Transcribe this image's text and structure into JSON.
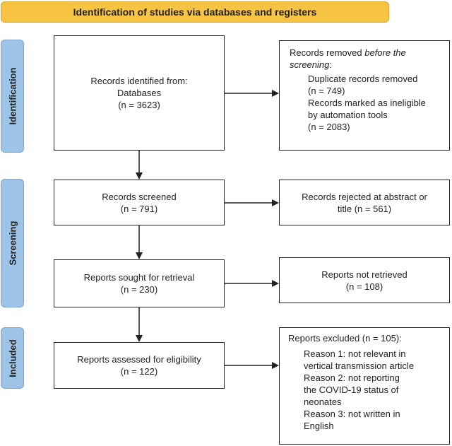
{
  "header": {
    "title": "Identification of studies via databases and registers"
  },
  "phases": {
    "identification": "Identification",
    "screening": "Screening",
    "included": "Included"
  },
  "boxes": {
    "identified": {
      "line1": "Records identified from:",
      "line2": "Databases",
      "line3": "(n = 3623)"
    },
    "removed": {
      "prefix": "Records removed ",
      "emph": "before the screening",
      "suffix": ":",
      "item1": "Duplicate records removed",
      "item1_n": "(n = 749)",
      "item2a": "Records marked as ineligible",
      "item2b": "by automation tools",
      "item2_n": "(n = 2083)"
    },
    "screened": {
      "line1": "Records screened",
      "line2": "(n = 791)"
    },
    "rejected": {
      "line1": "Records rejected at abstract or",
      "line2": "title (n = 561)"
    },
    "sought": {
      "line1": "Reports sought for retrieval",
      "line2": "(n = 230)"
    },
    "not_retrieved": {
      "line1": "Reports not retrieved",
      "line2": "(n = 108)"
    },
    "assessed": {
      "line1": "Reports assessed for eligibility",
      "line2": "(n = 122)"
    },
    "excluded": {
      "title": "Reports excluded (n = 105):",
      "r1a": "Reason 1: not relevant in",
      "r1b": "vertical transmission article",
      "r2a": "Reason 2: not reporting",
      "r2b": "the COVID-19 status of",
      "r2c": "neonates",
      "r3a": "Reason 3: not written in",
      "r3b": "English"
    }
  },
  "colors": {
    "header_fill": "#f6c342",
    "side_fill": "#9dc3e6"
  }
}
